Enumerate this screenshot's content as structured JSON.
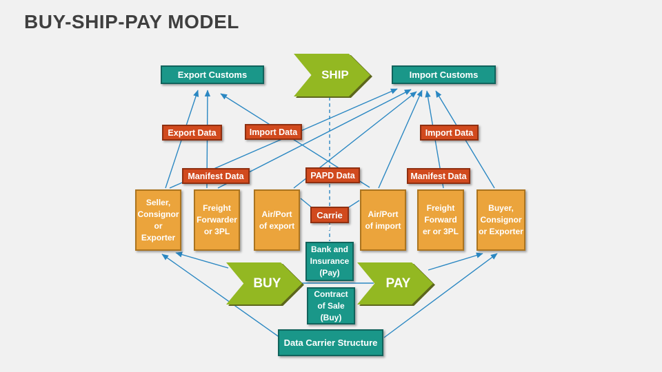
{
  "title": "BUY-SHIP-PAY MODEL",
  "colors": {
    "bg": "#f1f1f1",
    "teal": "#1a9789",
    "teal_border": "#10635c",
    "orange": "#eba43c",
    "orange_border": "#ab741f",
    "red_orange": "#d14a1e",
    "red_border": "#8f2f10",
    "green": "#93b822",
    "green_dark": "#5c661c",
    "line_blue": "#2a87c2",
    "title_text": "#3f3f3f"
  },
  "nodes": {
    "export_customs": {
      "label": "Export Customs"
    },
    "ship": {
      "label": "SHIP"
    },
    "import_customs": {
      "label": "Import Customs"
    },
    "export_data": {
      "label": "Export Data"
    },
    "import_data_left": {
      "label": "Import Data"
    },
    "import_data_right": {
      "label": "Import Data"
    },
    "manifest_data_left": {
      "label": "Manifest Data"
    },
    "papd_data": {
      "label": "PAPD Data"
    },
    "manifest_data_right": {
      "label": "Manifest Data"
    },
    "seller": {
      "label": "Seller,\nConsignor\nor\nExporter"
    },
    "freight_forwarder_left": {
      "label": "Freight\nForwarder\nor 3PL"
    },
    "airport_export": {
      "label": "Air/Port\nof export"
    },
    "carrier": {
      "label": "Carrie\nr"
    },
    "airport_import": {
      "label": "Air/Port\nof import"
    },
    "freight_forwarder_right": {
      "label": "Freight\nForward\ner or 3PL"
    },
    "buyer": {
      "label": "Buyer,\nConsignor\nor Exporter"
    },
    "bank_insurance": {
      "label": "Bank and\nInsurance\n(Pay)"
    },
    "buy": {
      "label": "BUY"
    },
    "pay": {
      "label": "PAY"
    },
    "contract_of_sale": {
      "label": "Contract\nof Sale\n(Buy)"
    },
    "data_carrier_structure": {
      "label": "Data Carrier Structure"
    }
  },
  "connections": [
    {
      "from": "seller",
      "to": "export-customs",
      "arrow": true,
      "style": "solid"
    },
    {
      "from": "freight-forwarder-left",
      "to": "export-customs",
      "arrow": true,
      "style": "solid"
    },
    {
      "from": "airport-import",
      "to": "export-customs",
      "arrow": true,
      "style": "solid"
    },
    {
      "from": "seller",
      "to": "import-customs",
      "arrow": true,
      "style": "solid"
    },
    {
      "from": "freight-forwarder-left",
      "to": "import-customs",
      "arrow": true,
      "style": "solid"
    },
    {
      "from": "airport-export",
      "to": "import-customs",
      "arrow": true,
      "style": "solid"
    },
    {
      "from": "airport-import",
      "to": "import-customs",
      "arrow": true,
      "style": "solid"
    },
    {
      "from": "freight-forwarder-right",
      "to": "import-customs",
      "arrow": true,
      "style": "solid"
    },
    {
      "from": "buyer",
      "to": "import-customs",
      "arrow": true,
      "style": "solid"
    },
    {
      "from": "buy",
      "to": "seller",
      "arrow": true,
      "style": "solid"
    },
    {
      "from": "data-carrier-structure",
      "to": "seller",
      "arrow": true,
      "style": "solid"
    },
    {
      "from": "pay",
      "to": "buyer",
      "arrow": true,
      "style": "solid"
    },
    {
      "from": "data-carrier-structure",
      "to": "buyer",
      "arrow": true,
      "style": "solid"
    },
    {
      "from": "buy",
      "to": "pay",
      "arrow": false,
      "style": "solid"
    },
    {
      "from": "airport-export",
      "to": "carrier",
      "arrow": false,
      "style": "solid"
    },
    {
      "from": "airport-import",
      "to": "carrier",
      "arrow": false,
      "style": "solid"
    },
    {
      "from": "ship",
      "to": "bank-insurance",
      "arrow": false,
      "style": "dashed"
    }
  ]
}
